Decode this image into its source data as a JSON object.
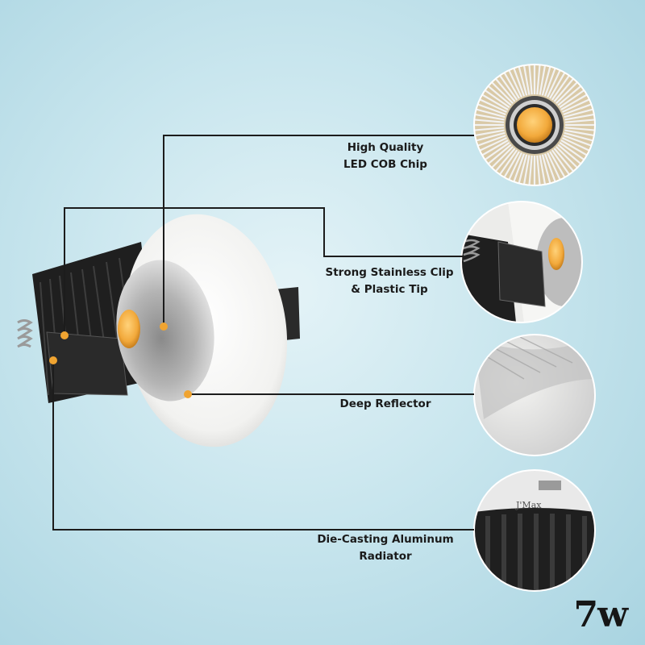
{
  "callouts": [
    {
      "line1": "High Quality",
      "line2": "LED COB Chip"
    },
    {
      "line1": "Strong Stainless Clip",
      "line2": "& Plastic Tip"
    },
    {
      "line1": "Deep Reflector",
      "line2": ""
    },
    {
      "line1": "Die-Casting Aluminum",
      "line2": "Radiator"
    }
  ],
  "product_logo": "J'Max",
  "wattage_badge": "7w",
  "colors": {
    "background": "#bfe1ea",
    "leader_line": "#1c1c1c",
    "callout_dot": "#f0a431",
    "led_chip": "#f2a93b",
    "housing_white": "#f4f4f2",
    "heatsink_black": "#1e1e1e"
  }
}
